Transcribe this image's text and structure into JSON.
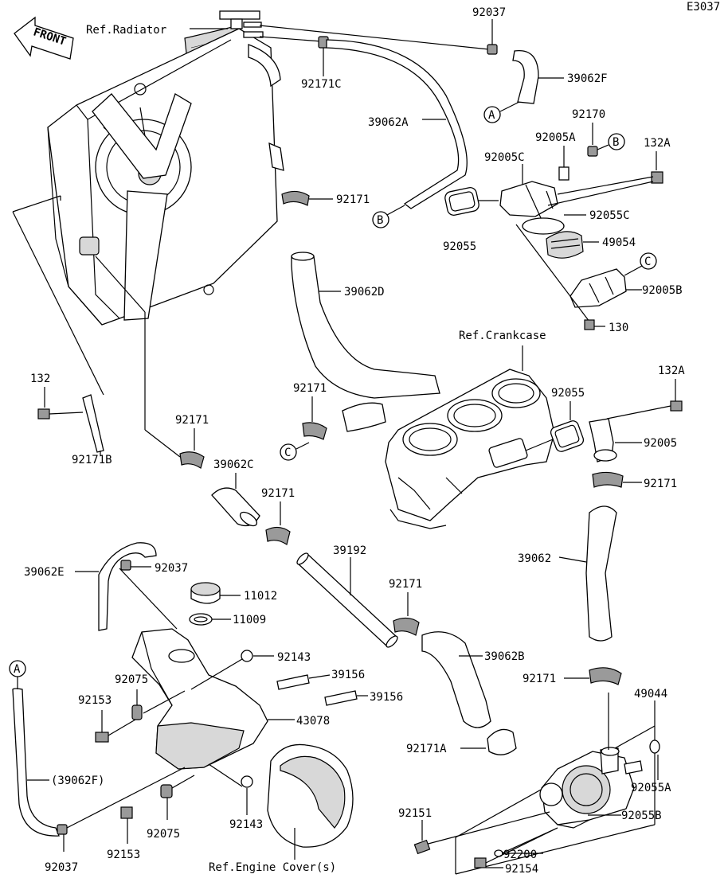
{
  "diagram_code": "E3037",
  "front_label": "FRONT",
  "references": {
    "radiator": "Ref.Radiator",
    "crankcase": "Ref.Crankcase",
    "engine_cover": "Ref.Engine Cover(s)"
  },
  "callouts": {
    "A": "A",
    "B": "B",
    "C": "C"
  },
  "part_labels": {
    "p92037_top": "92037",
    "p92171C": "92171C",
    "p39062F": "39062F",
    "p39062A": "39062A",
    "p92170": "92170",
    "p92005A": "92005A",
    "p92005C": "92005C",
    "p132A_top": "132A",
    "p92171_radiator": "92171",
    "p92055C": "92055C",
    "p92055_left": "92055",
    "p49054": "49054",
    "p92005B": "92005B",
    "p39062D": "39062D",
    "p130": "130",
    "p132": "132",
    "p92171B": "92171B",
    "p92171_hose": "92171",
    "p132A_mid": "132A",
    "p92055_crank": "92055",
    "p92005": "92005",
    "p92171_fan": "92171",
    "p39062C": "39062C",
    "p92171_c1": "92171",
    "p92171_right": "92171",
    "p39062": "39062",
    "p39192": "39192",
    "p92171_pipe": "92171",
    "p39062E": "39062E",
    "p92037_mid": "92037",
    "p11012": "11012",
    "p11009": "11009",
    "p92143_top": "92143",
    "p92075_left": "92075",
    "p39156_a": "39156",
    "p39156_b": "39156",
    "p92153_left": "92153",
    "p43078": "43078",
    "p39062B": "39062B",
    "p92171_pump": "92171",
    "p49044": "49044",
    "p39062F_paren": "(39062F)",
    "p92171A": "92171A",
    "p92055A": "92055A",
    "p92151": "92151",
    "p92055B": "92055B",
    "p92037_bottom": "92037",
    "p92153_bottom": "92153",
    "p92075_bottom": "92075",
    "p92143_bottom": "92143",
    "p92200": "92200",
    "p92154": "92154"
  }
}
